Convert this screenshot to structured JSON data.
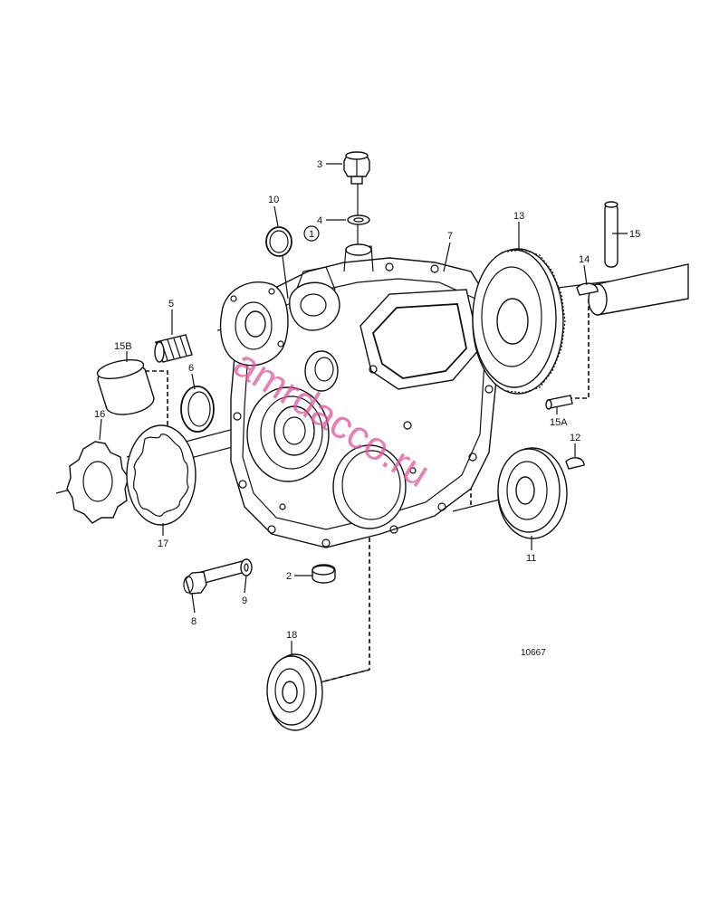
{
  "labels": {
    "l1": "1",
    "l2": "2",
    "l3": "3",
    "l4": "4",
    "l5": "5",
    "l6": "6",
    "l7": "7",
    "l8": "8",
    "l9": "9",
    "l10": "10",
    "l11": "11",
    "l12": "12",
    "l13": "13",
    "l14": "14",
    "l15": "15",
    "l15a": "15A",
    "l15b": "15B",
    "l16": "16",
    "l17": "17",
    "l18": "18"
  },
  "reference_number": "10667",
  "watermark": "amrdacco.ru"
}
